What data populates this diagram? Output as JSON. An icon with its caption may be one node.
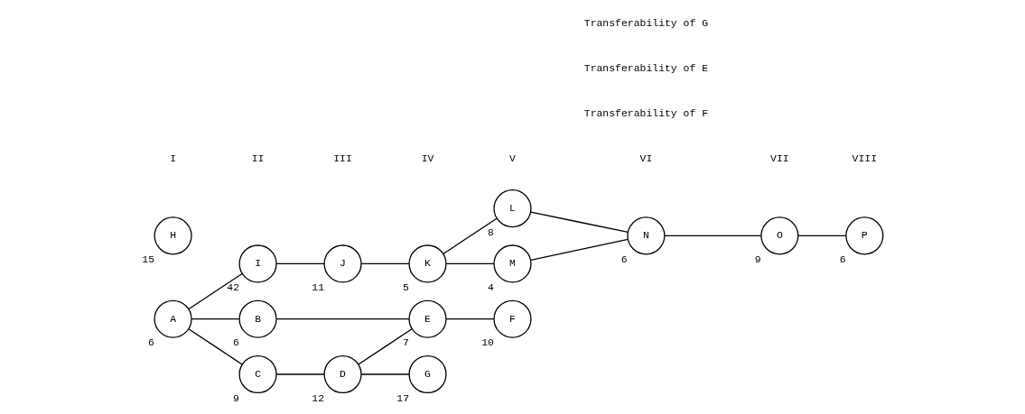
{
  "diagram": {
    "nodes": [
      {
        "text": [
          "I"
        ],
        "beside": [
          "42"
        ]
      },
      {
        "text": [
          "J"
        ],
        "beside": [
          "11"
        ]
      },
      {
        "text": [
          "K"
        ],
        "beside": [
          "5"
        ]
      },
      {
        "text": [
          "L"
        ],
        "beside": [
          "8"
        ]
      },
      {
        "text": [
          "N"
        ],
        "beside": [
          "6"
        ]
      },
      {
        "text": [
          "O"
        ],
        "beside": [
          "9"
        ]
      },
      {
        "text": [
          "P"
        ],
        "beside": [
          "6"
        ]
      },
      {
        "text": [
          "M"
        ],
        "beside": [
          "4"
        ]
      },
      {
        "text": [
          "A"
        ],
        "beside": [
          "6"
        ]
      },
      {
        "text": [
          "B"
        ],
        "beside": [
          "6"
        ]
      },
      {
        "text": [
          "E"
        ],
        "beside": [
          "7"
        ]
      },
      {
        "text": [
          "F"
        ],
        "beside": [
          "10"
        ]
      },
      {
        "text": [
          "H"
        ],
        "beside": [
          "15"
        ]
      },
      {
        "text": [
          "C"
        ],
        "beside": [
          "9"
        ]
      },
      {
        "text": [
          "D"
        ],
        "beside": [
          "12"
        ]
      },
      {
        "text": [
          "G"
        ],
        "beside": [
          "17"
        ]
      }
    ],
    "edges": [
      {
        "from": 8,
        "to": 0,
        "arrow": "none"
      },
      {
        "from": 8,
        "to": 9,
        "arrow": "none"
      },
      {
        "from": 8,
        "to": 13,
        "arrow": "none"
      },
      {
        "from": 0,
        "to": 1,
        "arrow": "none"
      },
      {
        "from": 1,
        "to": 2,
        "arrow": "none"
      },
      {
        "from": 2,
        "to": 3,
        "arrow": "none"
      },
      {
        "from": 2,
        "to": 7,
        "arrow": "none"
      },
      {
        "from": 3,
        "to": 4,
        "arrow": "none"
      },
      {
        "from": 7,
        "to": 4,
        "arrow": "none"
      },
      {
        "from": 4,
        "to": 5,
        "arrow": "none"
      },
      {
        "from": 5,
        "to": 6,
        "arrow": "none"
      },
      {
        "from": 9,
        "to": 10,
        "arrow": "none"
      },
      {
        "from": 10,
        "to": 11,
        "arrow": "none"
      },
      {
        "from": 13,
        "to": 14,
        "arrow": "none"
      },
      {
        "from": 14,
        "to": 10,
        "arrow": "none"
      },
      {
        "from": 14,
        "to": 15,
        "arrow": "none"
      }
    ],
    "labels": [
      "I",
      "II",
      "III",
      "IV",
      "V",
      "VI",
      "VII",
      "VIII",
      "Transferability of F",
      "Transferability of E",
      "Transferability of G"
    ]
  }
}
